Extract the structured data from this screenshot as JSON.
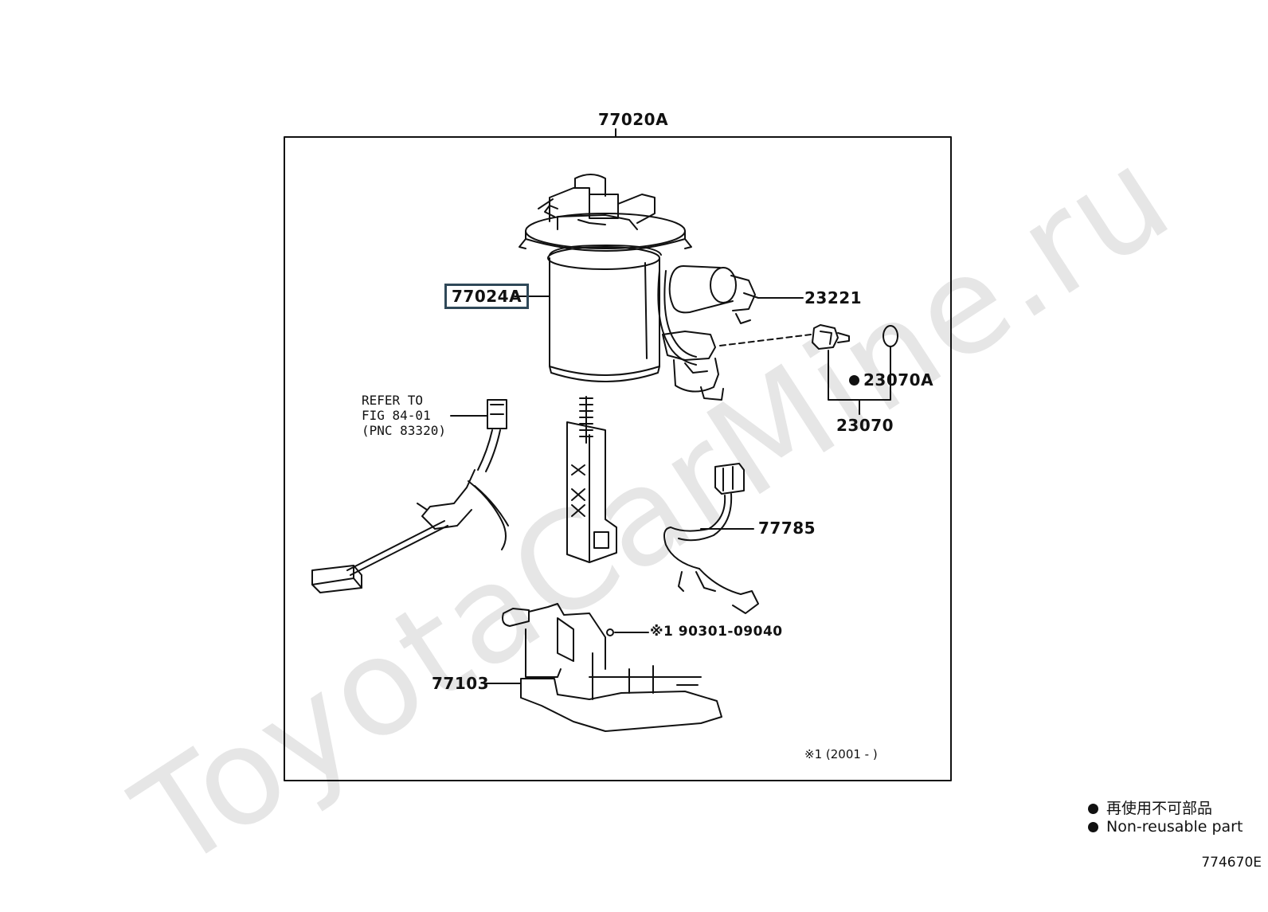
{
  "watermark": "ToyotaCarMine.ru",
  "labels": {
    "assembly": "77020A",
    "pump_bracket": "77024A",
    "fuel_pump": "23221",
    "filter_set": "23070",
    "filter_sub": "23070A",
    "sender_gauge_wire": "77785",
    "refer_line1": "REFER TO",
    "refer_line2": "FIG 84-01",
    "refer_line3": "(PNC 83320)",
    "o_ring": "※1 90301-09040",
    "jet_pump": "77103"
  },
  "footnote": "※1 (2001 -       )",
  "legend": {
    "jp": "再使用不可部品",
    "en": "Non-reusable part"
  },
  "diagram_code": "774670E"
}
